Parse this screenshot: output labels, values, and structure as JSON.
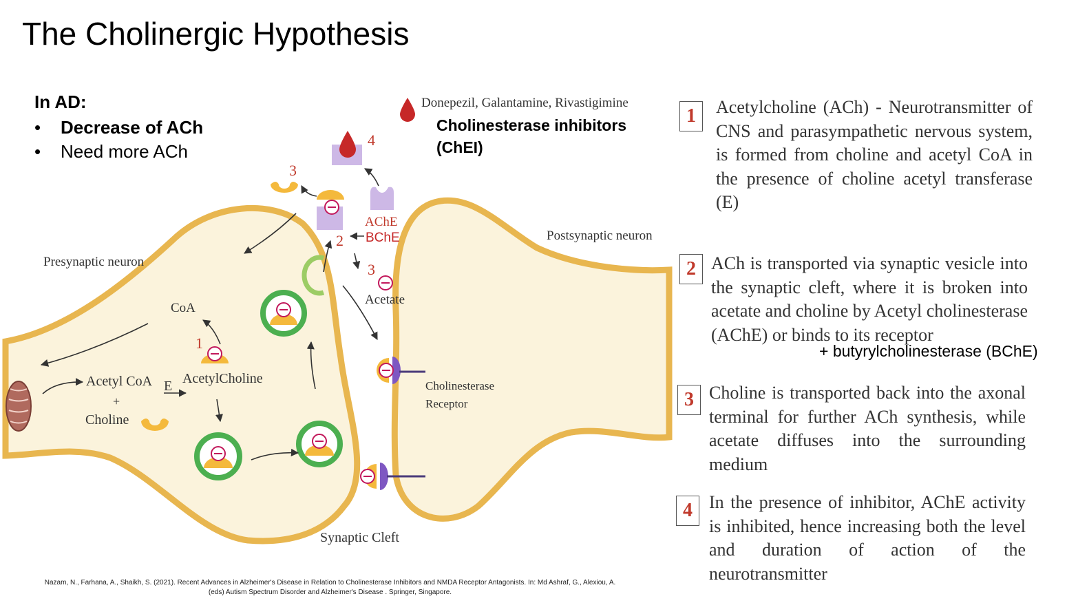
{
  "slide": {
    "title": "The Cholinergic Hypothesis",
    "in_ad_heading": "In AD:",
    "bullets": [
      "Decrease of ACh",
      "Need more ACh"
    ],
    "bullet_glyph": "•",
    "chei_label": "Cholinesterase inhibitors (ChEI)",
    "bche_addition": "+ butyrylcholinesterase (BChE)",
    "citation": [
      "Nazam, N., Farhana, A., Shaikh, S. (2021). Recent Advances in Alzheimer's Disease in Relation to Cholinesterase Inhibitors and NMDA Receptor Antagonists. In: Md Ashraf, G., Alexiou, A.",
      "(eds) Autism Spectrum Disorder and Alzheimer's Disease . Springer, Singapore."
    ]
  },
  "diagram": {
    "drugs": "Donepezil, Galantamine, Rivastigimine",
    "presynaptic": "Presynaptic neuron",
    "postsynaptic": "Postsynaptic neuron",
    "synaptic_cleft": "Synaptic Cleft",
    "coa": "CoA",
    "acetyl_coa": "Acetyl CoA",
    "plus": "+",
    "choline": "Choline",
    "enzyme_e": "E",
    "acetylcholine": "AcetylCholine",
    "ache": "AChE",
    "bche": "BChE",
    "acetate": "Acetate",
    "receptor_line1": "Cholinesterase",
    "receptor_line2": "Receptor",
    "minus_sign": "⊖",
    "marker_1": "1",
    "marker_2": "2",
    "marker_3a": "3",
    "marker_3b": "3",
    "marker_4": "4",
    "colors": {
      "membrane": "#e8b64f",
      "cytoplasm": "#fbf3dc",
      "vesicle": "#4caf50",
      "enzyme": "#cdb8e6",
      "marker": "#c0392b",
      "minus": "#c2185b"
    }
  },
  "steps": [
    {
      "num": "1",
      "text": "Acetylcholine (ACh) - Neurotransmitter of CNS and parasympathetic nervous system, is formed from choline and acetyl CoA in the presence of choline acetyl transferase (E)"
    },
    {
      "num": "2",
      "text": "ACh is transported via synaptic vesicle into the synaptic cleft, where it is broken into acetate and choline by Acetyl cholinesterase (AChE) or binds to its receptor"
    },
    {
      "num": "3",
      "text": "Choline is transported back into the axonal terminal for further ACh synthesis, while acetate diffuses into the surrounding medium"
    },
    {
      "num": "4",
      "text": "In the presence of inhibitor, AChE activity is inhibited, hence increasing both the level and duration of action of the neurotransmitter"
    }
  ]
}
